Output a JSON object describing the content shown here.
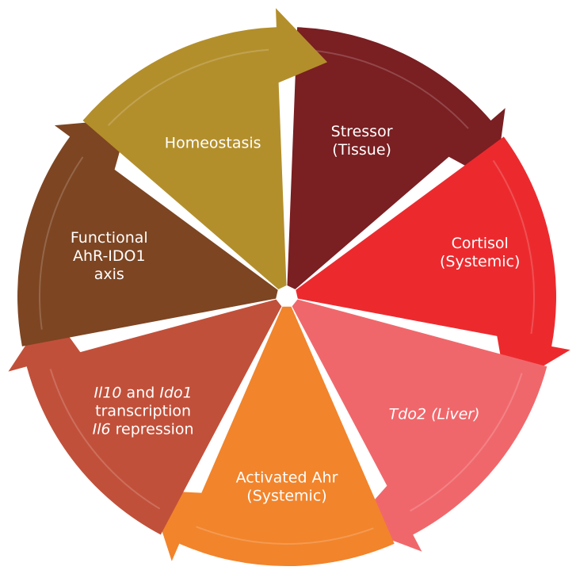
{
  "segments": [
    {
      "id": "stressor",
      "color": "#7a1f22",
      "lines": [
        [
          {
            "text": "Stressor",
            "italic": false
          }
        ],
        [
          {
            "text": "(Tissue)",
            "italic": false
          }
        ]
      ]
    },
    {
      "id": "cortisol",
      "color": "#ec2a2e",
      "lines": [
        [
          {
            "text": "Cortisol",
            "italic": false
          }
        ],
        [
          {
            "text": "(Systemic)",
            "italic": false
          }
        ]
      ]
    },
    {
      "id": "tdo2",
      "color": "#f0676b",
      "lines": [
        [
          {
            "text": "Tdo2 (Liver)",
            "italic": true
          }
        ]
      ]
    },
    {
      "id": "activated-ahr",
      "color": "#f2842b",
      "lines": [
        [
          {
            "text": "Activated Ahr",
            "italic": false
          }
        ],
        [
          {
            "text": "(Systemic)",
            "italic": false
          }
        ]
      ]
    },
    {
      "id": "il10-ido1",
      "color": "#c1503a",
      "lines": [
        [
          {
            "text": "Il10",
            "italic": true
          },
          {
            "text": " and ",
            "italic": false
          },
          {
            "text": "Ido1",
            "italic": true
          }
        ],
        [
          {
            "text": "transcription",
            "italic": false
          }
        ],
        [
          {
            "text": "Il6",
            "italic": true
          },
          {
            "text": " repression",
            "italic": false
          }
        ]
      ]
    },
    {
      "id": "functional-axis",
      "color": "#7d4522",
      "lines": [
        [
          {
            "text": "Functional",
            "italic": false
          }
        ],
        [
          {
            "text": "AhR-IDO1",
            "italic": false
          }
        ],
        [
          {
            "text": "axis",
            "italic": false
          }
        ]
      ]
    },
    {
      "id": "homeostasis",
      "color": "#b38f2c",
      "lines": [
        [
          {
            "text": "Homeostasis",
            "italic": false
          }
        ]
      ]
    }
  ]
}
